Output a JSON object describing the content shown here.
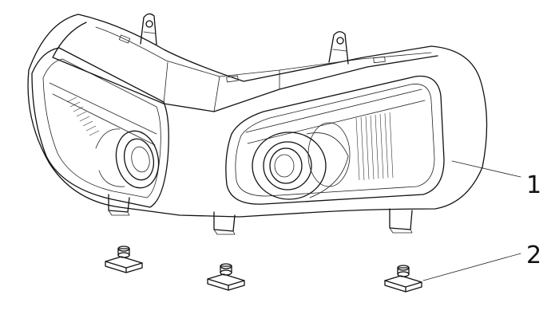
{
  "figure": {
    "callouts": [
      {
        "label": "1",
        "target": "headlight-assembly"
      },
      {
        "label": "2",
        "target": "clip-nut"
      }
    ]
  }
}
